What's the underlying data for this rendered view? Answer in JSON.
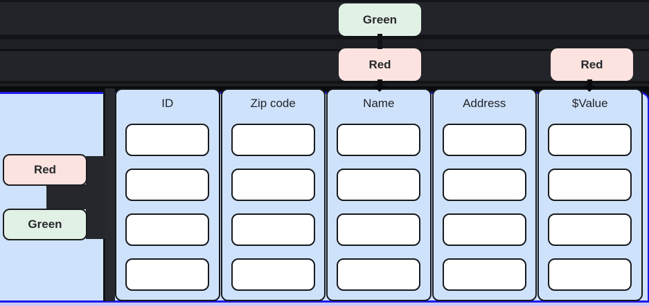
{
  "top_lanes": {
    "green_tag": {
      "label": "Green"
    },
    "red_tag_over_name": {
      "label": "Red"
    },
    "red_tag_over_value": {
      "label": "Red"
    }
  },
  "side_panel": {
    "red_tag": {
      "label": "Red"
    },
    "green_tag": {
      "label": "Green"
    }
  },
  "table": {
    "rows_per_column": 4,
    "columns": [
      {
        "label": "ID"
      },
      {
        "label": "Zip code"
      },
      {
        "label": "Name"
      },
      {
        "label": "Address"
      },
      {
        "label": "$Value"
      }
    ],
    "cell_value": ""
  },
  "colors": {
    "tag-red": "#fce3e0",
    "tag-green": "#e2f1e6",
    "panel-blue": "#cfe2fb",
    "border-blue": "#1e17e9",
    "strip-purple": "#cbc7f2",
    "lane-dark": "#222429",
    "ink": "#26282b"
  }
}
